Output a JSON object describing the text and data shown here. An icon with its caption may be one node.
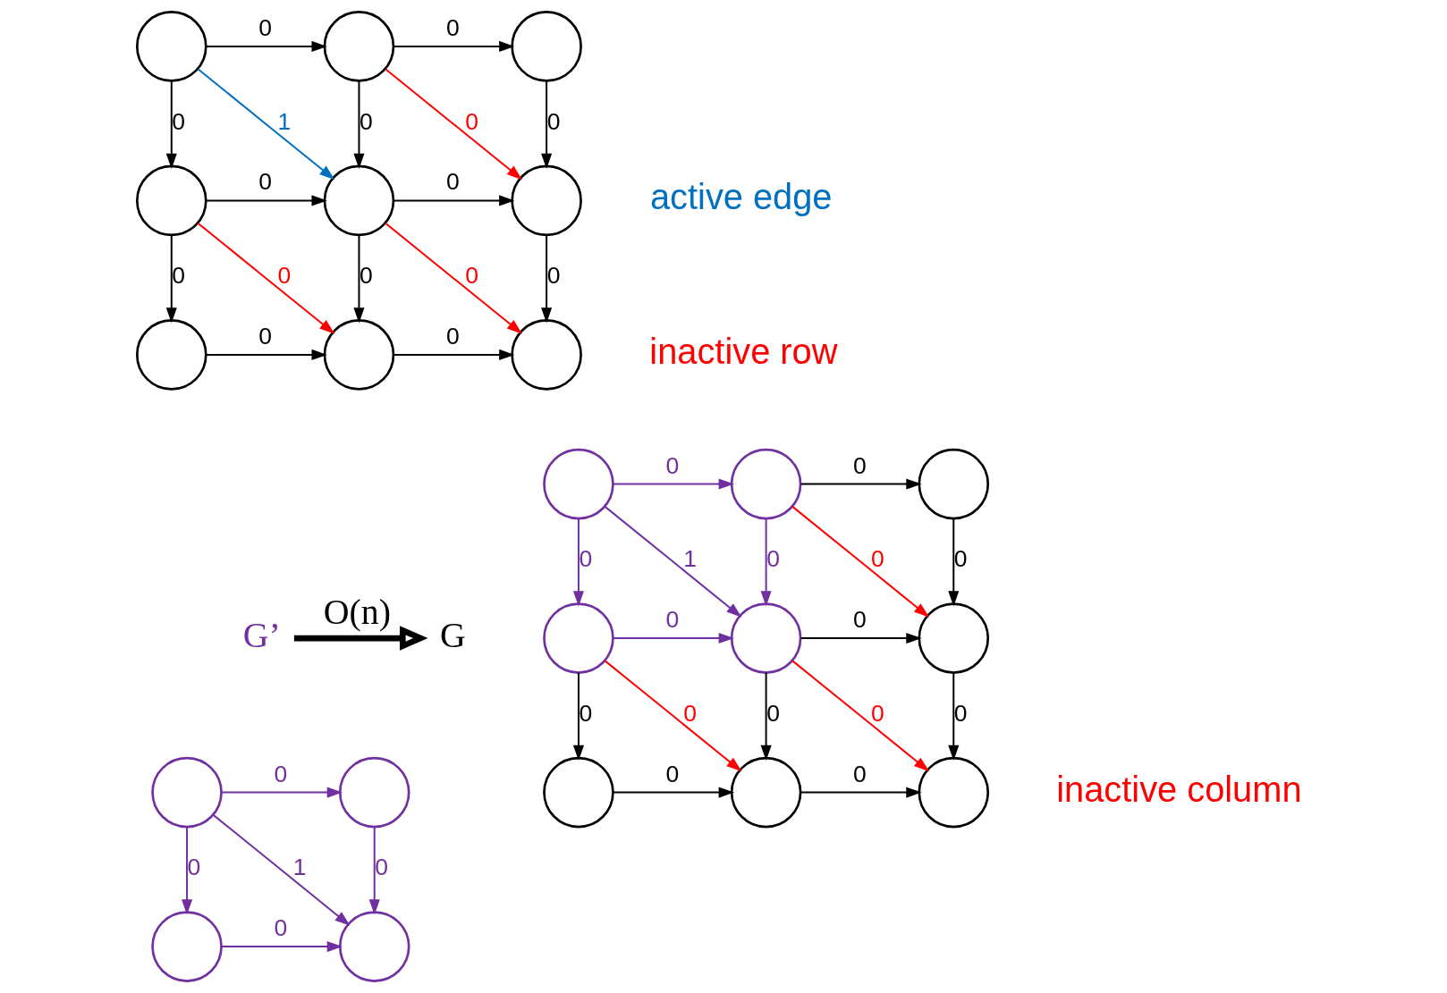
{
  "diagram": {
    "nodes": [
      {
        "text": [],
        "shape": "circle"
      },
      {
        "text": [],
        "shape": "circle"
      },
      {
        "text": [],
        "shape": "circle"
      },
      {
        "text": [],
        "shape": "circle"
      },
      {
        "text": [],
        "shape": "circle"
      },
      {
        "text": [],
        "shape": "circle"
      },
      {
        "text": [],
        "shape": "circle"
      },
      {
        "text": [],
        "shape": "circle"
      },
      {
        "text": [],
        "shape": "circle"
      },
      {
        "text": [],
        "shape": "circle"
      },
      {
        "text": [],
        "shape": "circle"
      },
      {
        "text": [],
        "shape": "circle"
      },
      {
        "text": [],
        "shape": "circle"
      },
      {
        "text": [
          "G’"
        ]
      },
      {
        "text": [
          "G"
        ]
      },
      {
        "text": [],
        "shape": "circle"
      },
      {
        "text": [],
        "shape": "circle"
      },
      {
        "text": [],
        "shape": "circle"
      },
      {
        "text": [],
        "shape": "circle"
      },
      {
        "text": [],
        "shape": "circle"
      },
      {
        "text": [],
        "shape": "circle"
      },
      {
        "text": [],
        "shape": "circle"
      },
      {
        "text": [],
        "shape": "circle"
      },
      {
        "text": [],
        "shape": "circle"
      }
    ],
    "edges": [
      {
        "from": 0,
        "to": 1,
        "arrow": "to",
        "label": "0"
      },
      {
        "from": 1,
        "to": 2,
        "arrow": "to",
        "label": "0"
      },
      {
        "from": 0,
        "to": 3,
        "arrow": "to",
        "label": "0"
      },
      {
        "from": 0,
        "to": 4,
        "arrow": "to",
        "label": "1",
        "color": "#0070c0"
      },
      {
        "from": 1,
        "to": 4,
        "arrow": "to",
        "label": "0"
      },
      {
        "from": 1,
        "to": 5,
        "arrow": "to",
        "label": "0",
        "color": "#ff0000"
      },
      {
        "from": 2,
        "to": 5,
        "arrow": "to",
        "label": "0"
      },
      {
        "from": 3,
        "to": 4,
        "arrow": "to",
        "label": "0"
      },
      {
        "from": 4,
        "to": 5,
        "arrow": "to",
        "label": "0"
      },
      {
        "from": 3,
        "to": 6,
        "arrow": "to",
        "label": "0"
      },
      {
        "from": 3,
        "to": 7,
        "arrow": "to",
        "label": "0",
        "color": "#ff0000"
      },
      {
        "from": 4,
        "to": 7,
        "arrow": "to",
        "label": "0"
      },
      {
        "from": 4,
        "to": 8,
        "arrow": "to",
        "label": "0",
        "color": "#ff0000"
      },
      {
        "from": 5,
        "to": 8,
        "arrow": "to",
        "label": "0"
      },
      {
        "from": 6,
        "to": 7,
        "arrow": "to",
        "label": "0"
      },
      {
        "from": 7,
        "to": 8,
        "arrow": "to",
        "label": "0"
      },
      {
        "from": 9,
        "to": 10,
        "arrow": "to",
        "label": "0",
        "color": "#7030a0"
      },
      {
        "from": 9,
        "to": 11,
        "arrow": "to",
        "label": "0",
        "color": "#7030a0"
      },
      {
        "from": 9,
        "to": 12,
        "arrow": "to",
        "label": "1",
        "color": "#7030a0"
      },
      {
        "from": 10,
        "to": 12,
        "arrow": "to",
        "label": "0",
        "color": "#7030a0"
      },
      {
        "from": 11,
        "to": 12,
        "arrow": "to",
        "label": "0",
        "color": "#7030a0"
      },
      {
        "from": 13,
        "to": 14,
        "arrow": "to",
        "label": "O(n)",
        "style": "thick"
      },
      {
        "from": 15,
        "to": 16,
        "arrow": "to",
        "label": "0",
        "color": "#7030a0"
      },
      {
        "from": 16,
        "to": 17,
        "arrow": "to",
        "label": "0"
      },
      {
        "from": 15,
        "to": 18,
        "arrow": "to",
        "label": "0",
        "color": "#7030a0"
      },
      {
        "from": 15,
        "to": 19,
        "arrow": "to",
        "label": "1",
        "color": "#7030a0"
      },
      {
        "from": 16,
        "to": 19,
        "arrow": "to",
        "label": "0",
        "color": "#7030a0"
      },
      {
        "from": 16,
        "to": 20,
        "arrow": "to",
        "label": "0",
        "color": "#ff0000"
      },
      {
        "from": 17,
        "to": 20,
        "arrow": "to",
        "label": "0"
      },
      {
        "from": 18,
        "to": 19,
        "arrow": "to",
        "label": "0",
        "color": "#7030a0"
      },
      {
        "from": 19,
        "to": 20,
        "arrow": "to",
        "label": "0"
      },
      {
        "from": 18,
        "to": 21,
        "arrow": "to",
        "label": "0"
      },
      {
        "from": 18,
        "to": 22,
        "arrow": "to",
        "label": "0",
        "color": "#ff0000"
      },
      {
        "from": 19,
        "to": 22,
        "arrow": "to",
        "label": "0"
      },
      {
        "from": 19,
        "to": 23,
        "arrow": "to",
        "label": "0",
        "color": "#ff0000"
      },
      {
        "from": 20,
        "to": 23,
        "arrow": "to",
        "label": "0"
      },
      {
        "from": 21,
        "to": 22,
        "arrow": "to",
        "label": "0"
      },
      {
        "from": 22,
        "to": 23,
        "arrow": "to",
        "label": "0"
      }
    ],
    "labels": [
      "active edge",
      "inactive row",
      "inactive column"
    ]
  }
}
